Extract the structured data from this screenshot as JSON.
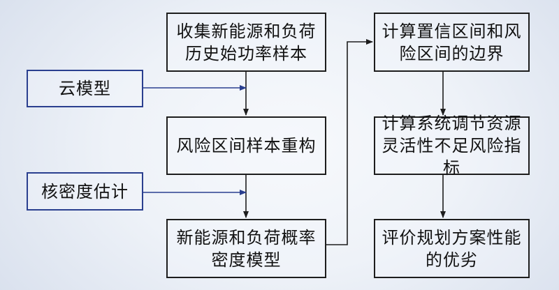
{
  "diagram": {
    "inputs": {
      "cloud_model": "云模型",
      "kde": "核密度估计"
    },
    "left_column": {
      "collect": "收集新能源和负荷历史始功率样本",
      "reconstruct": "风险区间样本重构",
      "pdf_model": "新能源和负荷概率密度模型"
    },
    "right_column": {
      "bounds": "计算置信区间和风险区间的边界",
      "risk_index": "计算系统调节资源灵活性不足风险指标",
      "evaluate": "评价规划方案性能的优劣"
    },
    "colors": {
      "dark_line": "#1d1d1d",
      "blue_line": "#2a3f8f",
      "background_center": "#f7f9fc",
      "background_edge": "#d6deec"
    }
  }
}
